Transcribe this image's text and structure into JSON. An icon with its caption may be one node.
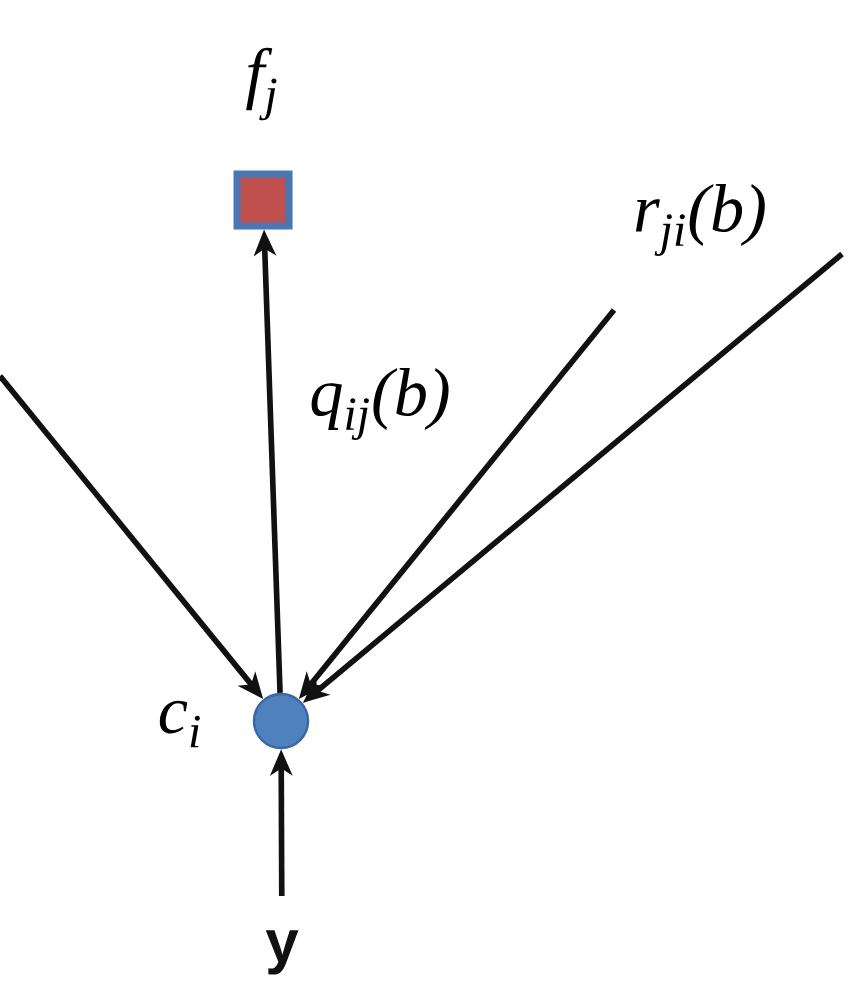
{
  "diagram": {
    "nodes": [
      {
        "text": [],
        "shape": "box",
        "beside": [
          "f$_{j}$"
        ]
      },
      {
        "text": [],
        "shape": "circle",
        "beside": [
          "c$_{i}$"
        ]
      },
      {
        "text": [
          "y"
        ]
      }
    ],
    "edges": [
      {
        "from": 1,
        "to": 0,
        "arrow": "to",
        "label": "q$_{ij}$(b)"
      },
      {
        "from": null,
        "to": 1,
        "arrow": "to"
      },
      {
        "from": null,
        "to": 1,
        "arrow": "to"
      },
      {
        "from": null,
        "to": 1,
        "arrow": "to"
      },
      {
        "from": 2,
        "to": 1,
        "arrow": "to"
      }
    ],
    "labels": [
      "r$_{ji}$(b)"
    ]
  }
}
